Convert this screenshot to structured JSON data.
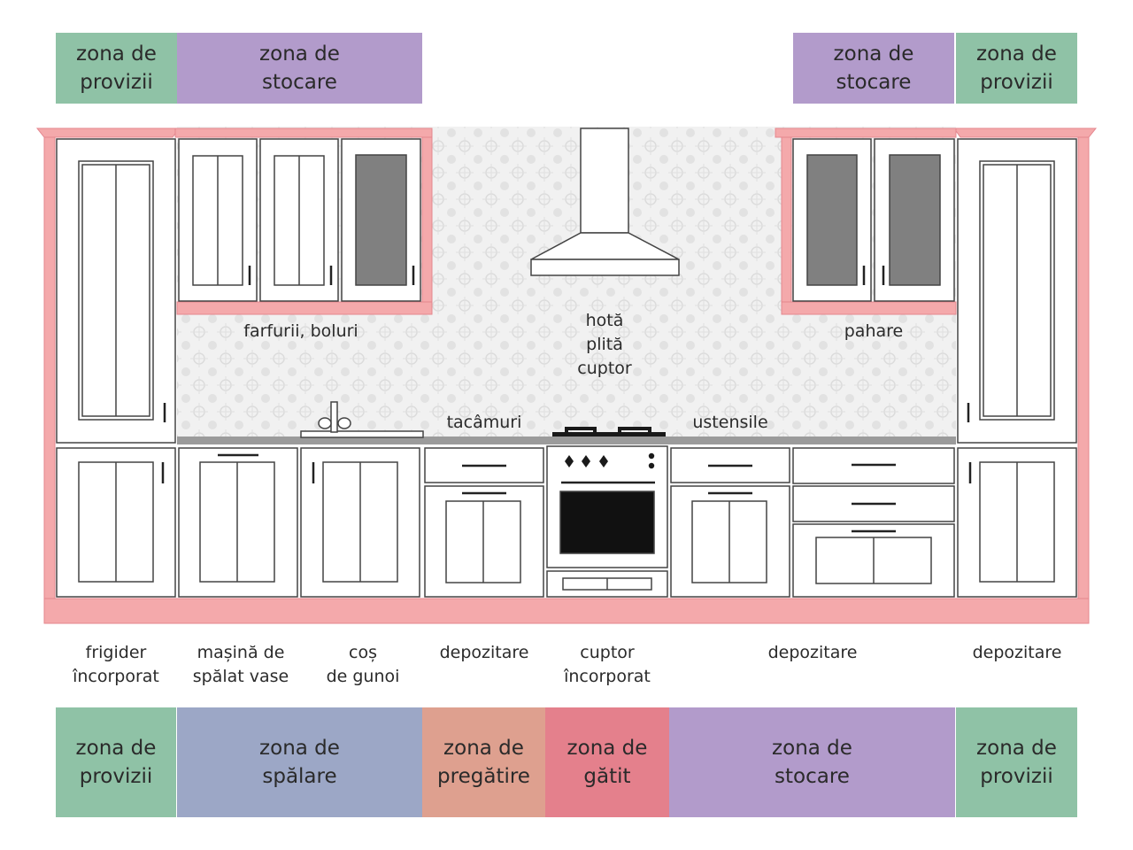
{
  "colors": {
    "provizii": "#8fc2a6",
    "stocare": "#b29bcb",
    "spalare": "#9ca7c6",
    "pregatire": "#dea08f",
    "gatit": "#e4808c",
    "frame": "#f4a9ab",
    "frame_dark": "#e4868e",
    "glass": "#808080",
    "counter": "#9b9b9b"
  },
  "top_zones": [
    {
      "text": "zona de\nprovizii",
      "color_key": "provizii"
    },
    {
      "text": "zona de\nstocare",
      "color_key": "stocare"
    },
    {
      "text": "zona de\nstocare",
      "color_key": "stocare"
    },
    {
      "text": "zona de\nprovizii",
      "color_key": "provizii"
    }
  ],
  "wall_labels": {
    "plates": "farfurii, boluri",
    "hood_stack": "hotă\nplită\ncuptor",
    "glasses": "pahare",
    "cutlery": "tacâmuri",
    "utensils": "ustensile"
  },
  "bottom_labels": [
    "frigider\nîncorporat",
    "mașină de\nspălat vase",
    "coș\nde gunoi",
    "depozitare",
    "cuptor\nîncorporat",
    "depozitare",
    "depozitare"
  ],
  "bottom_zones": [
    {
      "text": "zona de\nprovizii",
      "color_key": "provizii"
    },
    {
      "text": "zona de\nspălare",
      "color_key": "spalare"
    },
    {
      "text": "zona de\npregătire",
      "color_key": "pregatire"
    },
    {
      "text": "zona de\ngătit",
      "color_key": "gatit"
    },
    {
      "text": "zona de\nstocare",
      "color_key": "stocare"
    },
    {
      "text": "zona de\nprovizii",
      "color_key": "provizii"
    }
  ]
}
